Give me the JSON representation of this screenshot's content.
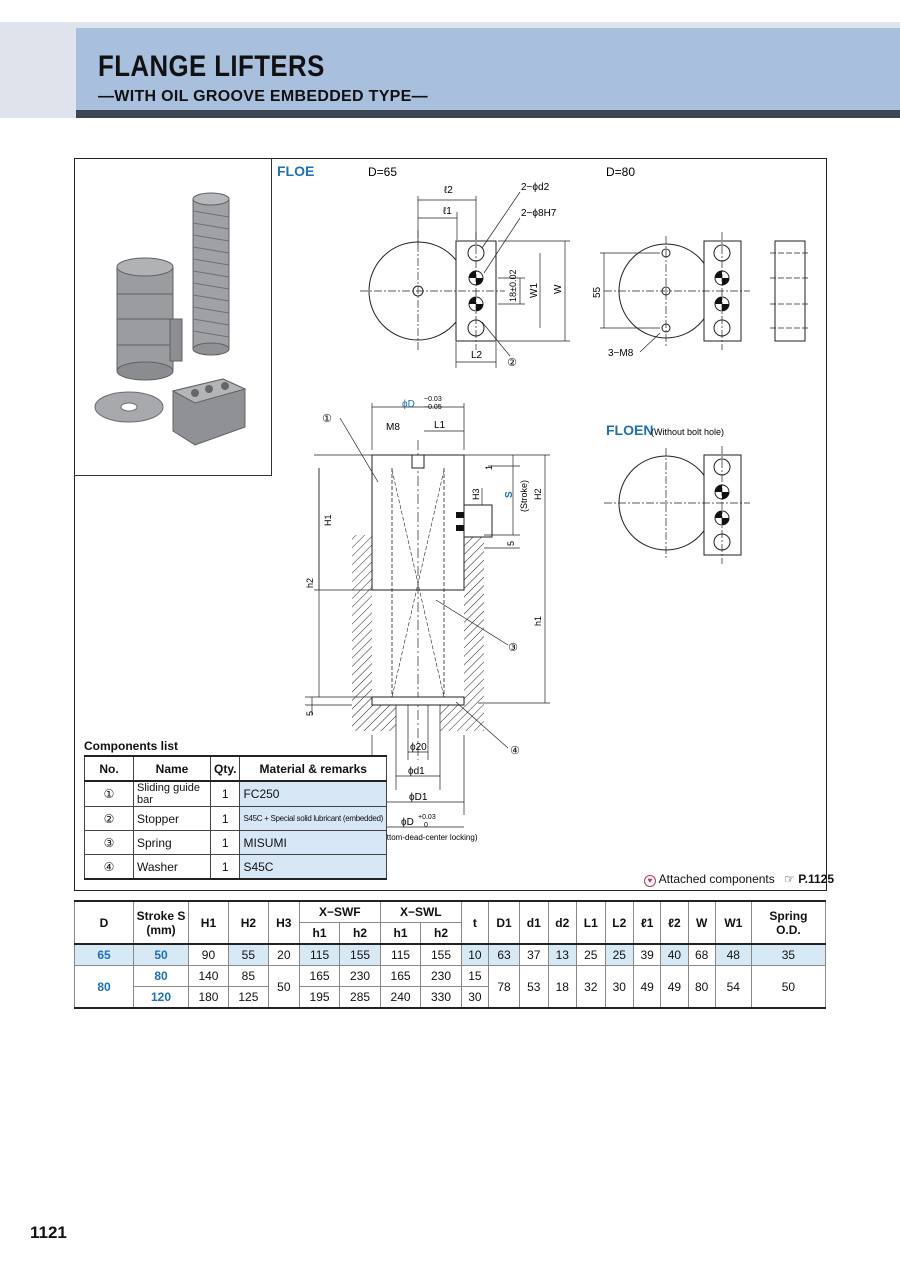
{
  "header": {
    "title": "FLANGE LIFTERS",
    "subtitle": "—WITH OIL GROOVE EMBEDDED TYPE—"
  },
  "drawing": {
    "floe_label": "FLOE",
    "floen_label": "FLOEN",
    "floen_note": "(Without bolt hole)",
    "d65": "D=65",
    "d80": "D=80",
    "l2": "ℓ2",
    "l1": "ℓ1",
    "hole_d2": "2−ϕd2",
    "hole_8h7": "2−ϕ8H7",
    "tol18": "18±0.02",
    "w1": "W1",
    "w": "W",
    "L2": "L2",
    "c2": "②",
    "dim55": "55",
    "m8x3": "3−M8",
    "phiD": "ϕD",
    "phiD_tol_up": "−0.03",
    "phiD_tol_lo": "−0.05",
    "c1": "①",
    "m8": "M8",
    "L1": "L1",
    "dim1": "1",
    "H3": "H3",
    "S": "S",
    "stroke": "(Stroke)",
    "H2": "H2",
    "H1": "H1",
    "dim5": "5",
    "h2": "h2",
    "h1": "h1",
    "c3": "③",
    "c4": "④",
    "phi20": "ϕ20",
    "phid1": "ϕd1",
    "phiD1": "ϕD1",
    "phiD_b": "ϕD",
    "phiD_b_up": "+0.03",
    "phiD_b_lo": "0",
    "note_bdc": "(For bottom-dead-center locking)"
  },
  "components": {
    "title": "Components list",
    "headers": [
      "No.",
      "Name",
      "Qty.",
      "Material & remarks"
    ],
    "rows": [
      [
        "①",
        "Sliding guide bar",
        "1",
        "FC250"
      ],
      [
        "②",
        "Stopper",
        "1",
        "S45C + Special solid lubricant (embedded)"
      ],
      [
        "③",
        "Spring",
        "1",
        "MISUMI"
      ],
      [
        "④",
        "Washer",
        "1",
        "S45C"
      ]
    ]
  },
  "attached": {
    "text": "Attached components",
    "ref": "P.1125"
  },
  "spec": {
    "h": {
      "D": "D",
      "S": "Stroke S",
      "mm": "(mm)",
      "H1": "H1",
      "H2": "H2",
      "H3": "H3",
      "swf": "X−SWF",
      "swl": "X−SWL",
      "h1": "h1",
      "h2": "h2",
      "t": "t",
      "D1": "D1",
      "d1": "d1",
      "d2": "d2",
      "L1": "L1",
      "L2": "L2",
      "l1": "ℓ1",
      "l2": "ℓ2",
      "W": "W",
      "W1": "W1",
      "spring": "Spring",
      "od": "O.D."
    },
    "r1": {
      "D": "65",
      "S": "50",
      "H1": "90",
      "H2": "55",
      "H3": "20",
      "fh1": "115",
      "fh2": "155",
      "lh1": "115",
      "lh2": "155",
      "t": "10",
      "D1": "63",
      "d1": "37",
      "d2": "13",
      "L1": "25",
      "L2": "25",
      "l1": "39",
      "l2": "40",
      "W": "68",
      "W1": "48",
      "sp": "35"
    },
    "r2": {
      "D": "80",
      "S": "80",
      "H1": "140",
      "H2": "85",
      "H3": "50",
      "fh1": "165",
      "fh2": "230",
      "lh1": "165",
      "lh2": "230",
      "t": "15",
      "D1": "78",
      "d1": "53",
      "d2": "18",
      "L1": "32",
      "L2": "30",
      "l1": "49",
      "l2": "49",
      "W": "80",
      "W1": "54",
      "sp": "50"
    },
    "r3": {
      "S": "120",
      "H1": "180",
      "H2": "125",
      "fh1": "195",
      "fh2": "285",
      "lh1": "240",
      "lh2": "330",
      "t": "30"
    }
  },
  "page_number": "1121",
  "colors": {
    "accent_blue": "#1d6fb6",
    "header_blue": "#a9bfde",
    "cell_shade": "#d8e9f6"
  }
}
